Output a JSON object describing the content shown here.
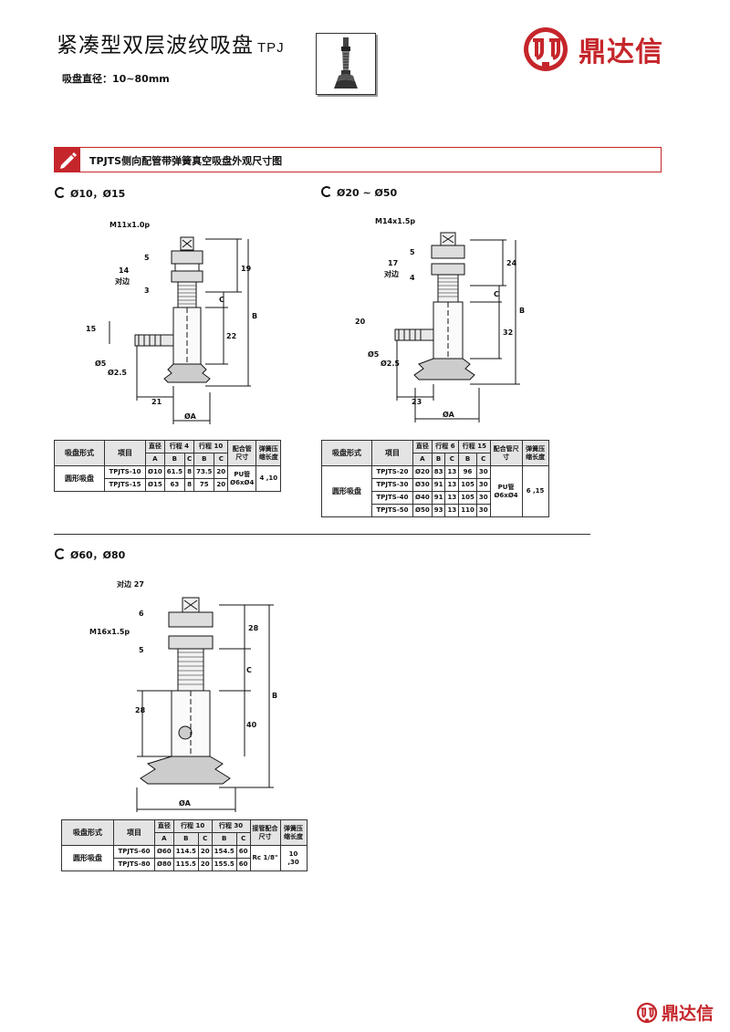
{
  "header": {
    "title": "紧凑型双层波纹吸盘",
    "title_code": "TPJ",
    "subtitle": "吸盘直径：10~80mm",
    "brand": "鼎达信"
  },
  "banner": {
    "text": "TPJTS侧向配管带弹簧真空吸盘外观尺寸图"
  },
  "sections": {
    "s1": "Ø10，Ø15",
    "s2": "Ø20 ~ Ø50",
    "s3": "Ø60，Ø80"
  },
  "drawing1": {
    "thread": "M11x1.0p",
    "d5": "5",
    "d14": "14",
    "d14b": "对边",
    "d3": "3",
    "d19": "19",
    "dC": "C",
    "dB": "B",
    "d15": "15",
    "d22": "22",
    "dphi5": "Ø5",
    "dphi25": "Ø2.5",
    "d21": "21",
    "dA": "ØA"
  },
  "drawing2": {
    "thread": "M14x1.5p",
    "d5": "5",
    "d17": "17",
    "d17b": "对边",
    "d4": "4",
    "d24": "24",
    "dC": "C",
    "dB": "B",
    "d20": "20",
    "d32": "32",
    "dphi5": "Ø5",
    "dphi25": "Ø2.5",
    "d23": "23",
    "dA": "ØA"
  },
  "drawing3": {
    "flat": "对边 27",
    "d6": "6",
    "thread": "M16x1.5p",
    "d5": "5",
    "d28a": "28",
    "dC": "C",
    "dB": "B",
    "d28b": "28",
    "d40": "40",
    "dA": "ØA"
  },
  "table1": {
    "h_type": "吸盘形式",
    "h_item": "项目",
    "h_dia": "直径",
    "h_stroke4": "行程 4",
    "h_stroke10": "行程 10",
    "h_pipe": "配合管尺寸",
    "h_spring": "弹簧压缩长度",
    "A": "A",
    "B": "B",
    "C": "C",
    "type": "圆形吸盘",
    "pipe": "PU管 Ø6xØ4",
    "spring": "4 ,10",
    "rows": [
      [
        "TPJTS-10",
        "Ø10",
        "61.5",
        "8",
        "73.5",
        "20"
      ],
      [
        "TPJTS-15",
        "Ø15",
        "63",
        "8",
        "75",
        "20"
      ]
    ]
  },
  "table2": {
    "h_type": "吸盘形式",
    "h_item": "项目",
    "h_dia": "直径",
    "h_stroke6": "行程 6",
    "h_stroke15": "行程 15",
    "h_pipe": "配合管尺寸",
    "h_spring": "弹簧压缩长度",
    "A": "A",
    "B": "B",
    "C": "C",
    "type": "圆形吸盘",
    "pipe": "PU管 Ø6xØ4",
    "spring": "6 ,15",
    "rows": [
      [
        "TPJTS-20",
        "Ø20",
        "83",
        "13",
        "96",
        "30"
      ],
      [
        "TPJTS-30",
        "Ø30",
        "91",
        "13",
        "105",
        "30"
      ],
      [
        "TPJTS-40",
        "Ø40",
        "91",
        "13",
        "105",
        "30"
      ],
      [
        "TPJTS-50",
        "Ø50",
        "93",
        "13",
        "110",
        "30"
      ]
    ]
  },
  "table3": {
    "h_type": "吸盘形式",
    "h_item": "项目",
    "h_dia": "直径",
    "h_stroke10": "行程 10",
    "h_stroke30": "行程 30",
    "h_pipe": "接管配合尺寸",
    "h_spring": "弹簧压缩长度",
    "A": "A",
    "B": "B",
    "C": "C",
    "type": "圆形吸盘",
    "pipe": "Rc 1/8\"",
    "spring": "10 ,30",
    "rows": [
      [
        "TPJTS-60",
        "Ø60",
        "114.5",
        "20",
        "154.5",
        "60"
      ],
      [
        "TPJTS-80",
        "Ø80",
        "115.5",
        "20",
        "155.5",
        "60"
      ]
    ]
  },
  "footer": {
    "brand": "鼎达信"
  },
  "colors": {
    "brand_red": "#c5262b"
  },
  "icons": {
    "logo": "ddx-logo-icon",
    "banner": "pencil-icon",
    "section": "bullet-icon"
  }
}
